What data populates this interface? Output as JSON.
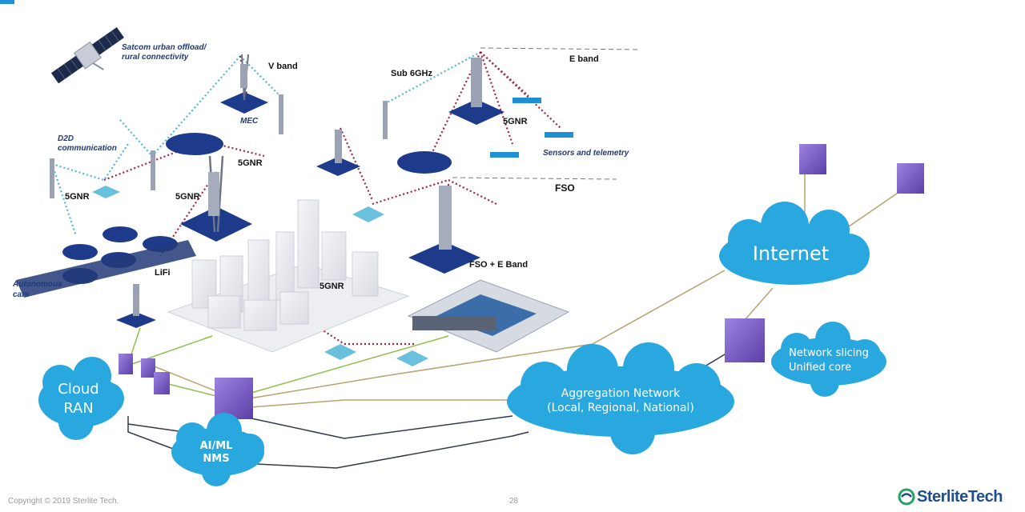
{
  "labels": {
    "satcom": [
      "Satcom urban offload/",
      "rural connectivity"
    ],
    "v_band": "V band",
    "mec": "MEC",
    "sub6": "Sub 6GHz",
    "e_band": "E band",
    "d2d": [
      "D2D",
      "communication"
    ],
    "fivegnr_1": "5GNR",
    "fivegnr_2": "5GNR",
    "fivegnr_3": "5GNR",
    "fivegnr_4": "5GNR",
    "fivegnr_5": "5GNR",
    "sensors": "Sensors and telemetry",
    "fso": "FSO",
    "fso_eband": "FSO + E Band",
    "autonomous": [
      "Autonomous",
      "cars"
    ],
    "lifi": "LiFi"
  },
  "clouds": {
    "internet": "Internet",
    "cloud_ran": [
      "Cloud",
      "RAN"
    ],
    "aiml": [
      "AI/ML",
      "NMS"
    ],
    "aggregation": [
      "Aggregation Network",
      "(Local, Regional, National)"
    ],
    "slicing": [
      "Network slicing",
      "Unified core"
    ]
  },
  "footer": {
    "copyright": "Copyright © 2019 Sterlite Tech.",
    "page": "28",
    "logo": "SterliteTech"
  },
  "colors": {
    "cloud": "#29a8e0",
    "wifi_link": "#4fb6d8",
    "red_link": "#a0243a",
    "green_link": "#8fbf4d",
    "tan_link": "#b8a26e",
    "dark_link": "#333a4a",
    "pad": "#1e3a8a",
    "server": "#7b5fc9"
  }
}
